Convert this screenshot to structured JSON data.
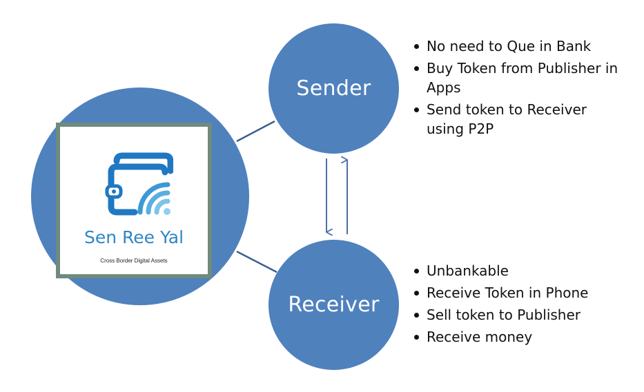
{
  "logo": {
    "title": "Sen Ree Yal",
    "subtitle": "Cross Border Digital Assets",
    "icon": "wallet-wifi-icon"
  },
  "sender": {
    "label": "Sender",
    "bullets": [
      "No need to Que in Bank",
      "Buy Token from Publisher in Apps",
      "Send token to Receiver using P2P"
    ]
  },
  "receiver": {
    "label": "Receiver",
    "bullets": [
      "Unbankable",
      "Receive Token in Phone",
      "Sell token to Publisher",
      "Receive money"
    ]
  },
  "colors": {
    "circle": "#4f81bd",
    "connector": "#3b5f8e",
    "logo_border": "#6f8a7e",
    "logo_blue": "#2e86c6"
  }
}
